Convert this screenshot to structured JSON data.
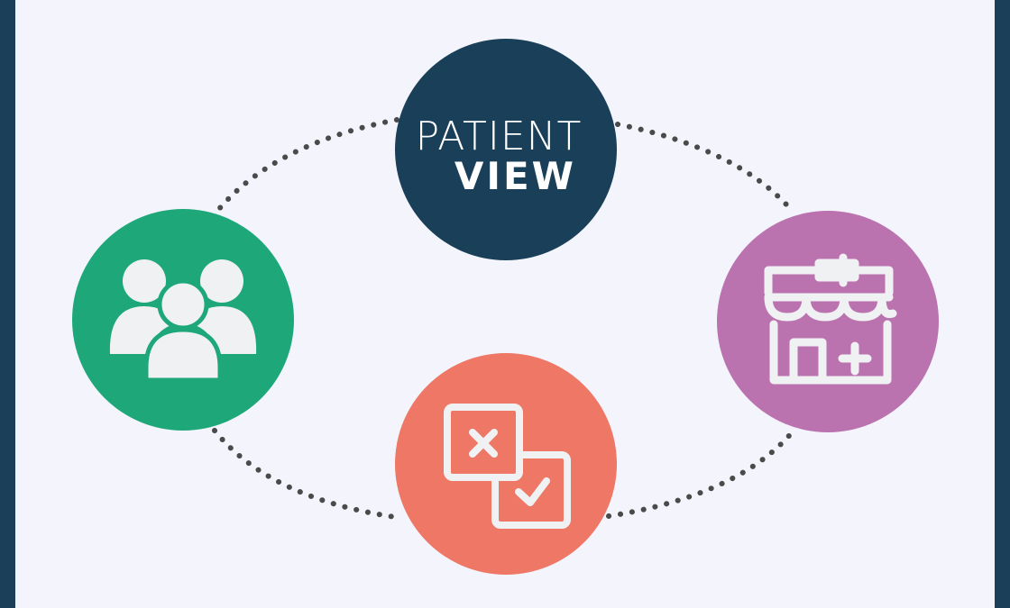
{
  "logo": {
    "line1": "PATIENT",
    "line2": "VIEW"
  },
  "nodes": [
    {
      "id": "patient-view",
      "color": "#1a3f58",
      "icon": "patient-view-logo"
    },
    {
      "id": "community",
      "color": "#1ea87a",
      "icon": "people-group-icon"
    },
    {
      "id": "pharmacy",
      "color": "#bb73b0",
      "icon": "pharmacy-storefront-icon"
    },
    {
      "id": "decision",
      "color": "#ee7766",
      "icon": "checkbox-cross-tick-icon"
    }
  ],
  "connector_color": "#4a4a4a",
  "icon_color": "#f0f1f3"
}
